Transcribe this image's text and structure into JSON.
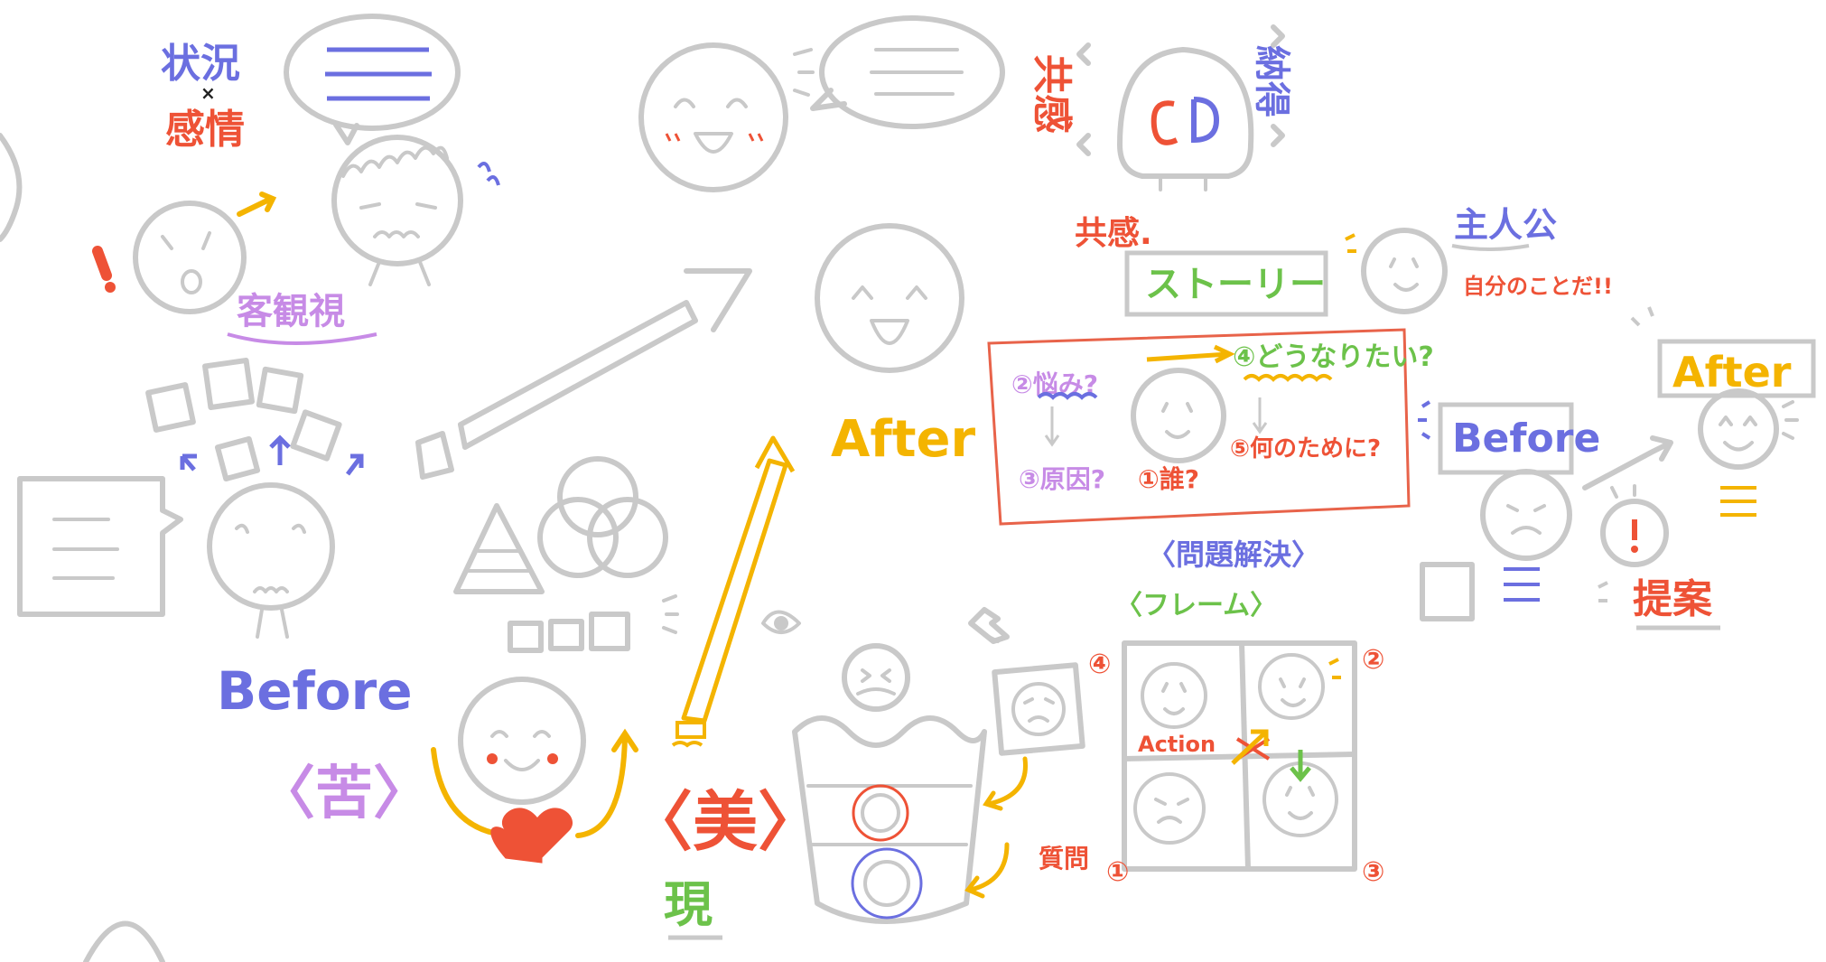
{
  "colors": {
    "grey": "#c9c9c9",
    "blue": "#6b6fe0",
    "red": "#ee5236",
    "yellow": "#f4b400",
    "green": "#6cc24a",
    "purple": "#c78be6",
    "orange_frame": "#e8634a"
  },
  "left_scene": {
    "situation_label": "状況",
    "times_mark": "×",
    "emotion_label": "感情",
    "objective_view_label": "客観視",
    "before_label": "Before",
    "suffering_label": "〈苦〉"
  },
  "middle_scene": {
    "after_label": "After",
    "beauty_label": "〈美〉",
    "bottom_label": "現"
  },
  "story_panel": {
    "empathy_top": "共感",
    "convince_top": "納得",
    "empathy_label": "共感.",
    "story_box": "ストーリー",
    "protagonist_label": "主人公",
    "about_me_label": "自分のことだ!!",
    "worry_label": "②悩み?",
    "want_label": "④どうなりたい?",
    "cause_label": "③原因?",
    "who_label": "①誰?",
    "purpose_label": "⑤何のために?",
    "problem_solving_label": "〈問題解決〉",
    "frame_label": "〈フレーム〉",
    "before_label": "Before",
    "after_label": "After",
    "proposal_label": "提案"
  },
  "bottom_scene": {
    "question_label": "質問",
    "action_label": "Action",
    "num1": "①",
    "num2": "②",
    "num3": "③",
    "num4": "④"
  },
  "icons": [
    "speech-bubble-icon",
    "face-icon",
    "heart-icon",
    "eye-icon",
    "pencil-icon",
    "arrow-icon",
    "pyramid-icon",
    "venn-icon"
  ]
}
